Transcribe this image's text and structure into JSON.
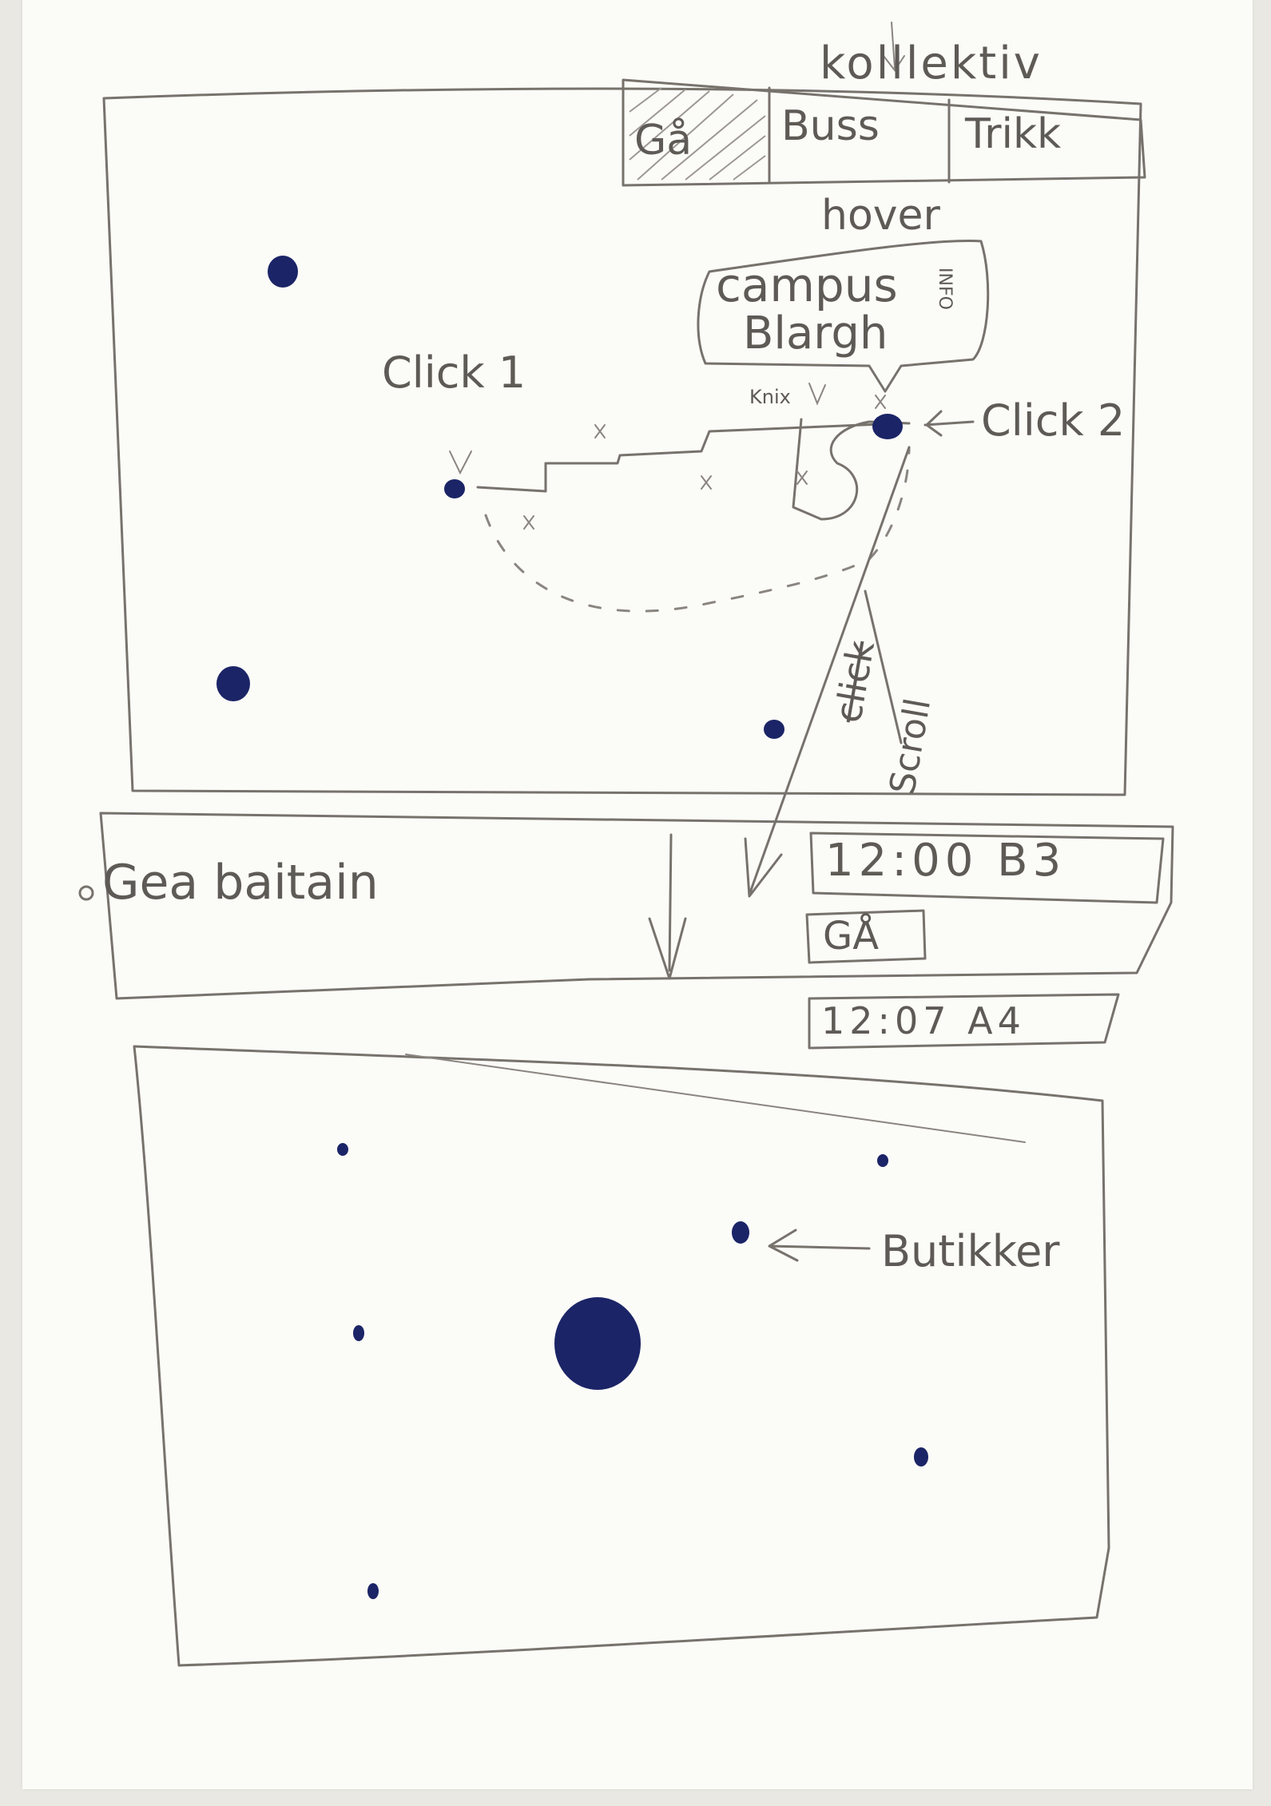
{
  "header_annotation": "kolllektiv",
  "tabs": [
    {
      "label": "Gå",
      "selected": true
    },
    {
      "label": "Buss",
      "selected": false
    },
    {
      "label": "Trikk",
      "selected": false
    }
  ],
  "hover_label": "hover",
  "tooltip": {
    "title": "campus",
    "subtitle": "Blargh",
    "info_label": "INFO"
  },
  "route_label": "Knix",
  "click_labels": {
    "first": "Click 1",
    "second": "Click 2"
  },
  "scroll_label": "Scroll",
  "click_strikethrough": "click",
  "search_panel": {
    "text": "Gea baitain"
  },
  "schedule": [
    {
      "text": "12:00 B3"
    },
    {
      "text": "GÅ"
    },
    {
      "text": "12:07 A4"
    }
  ],
  "shops_label": "Butikker",
  "colors": {
    "pencil": "#77726c",
    "ink": "#1b2466",
    "paper": "#fbfbf8"
  }
}
